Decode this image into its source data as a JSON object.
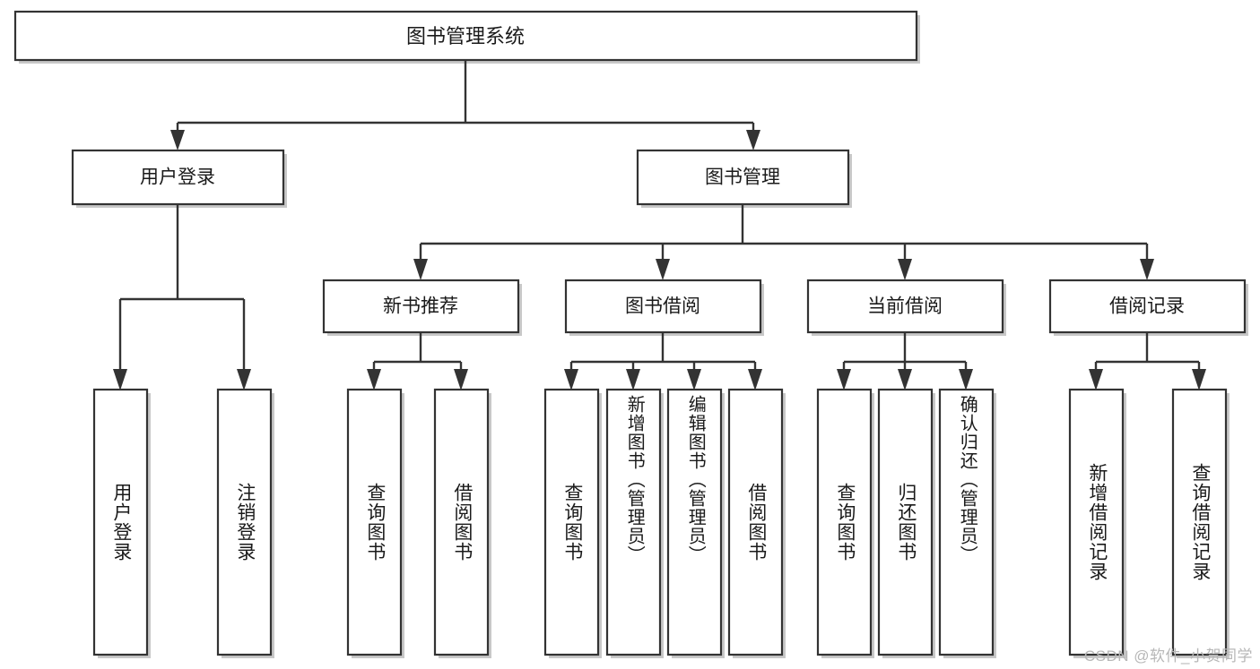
{
  "diagram": {
    "type": "tree",
    "title_node": "图书管理系统",
    "watermark": "CSDN @软件_小贺同学",
    "colors": {
      "stroke": "#333333",
      "fill": "#ffffff",
      "shadow": "#9a9a9a",
      "text": "#1a1a1a",
      "watermark": "#b7b7b7"
    },
    "root": {
      "label": "图书管理系统"
    },
    "level2": [
      {
        "label": "用户登录"
      },
      {
        "label": "图书管理"
      }
    ],
    "level3": [
      {
        "label": "新书推荐"
      },
      {
        "label": "图书借阅"
      },
      {
        "label": "当前借阅"
      },
      {
        "label": "借阅记录"
      }
    ],
    "leaves": {
      "user_login": [
        {
          "label": "用户登录"
        },
        {
          "label": "注销登录"
        }
      ],
      "new_book_recommend": [
        {
          "label": "查询图书"
        },
        {
          "label": "借阅图书"
        }
      ],
      "book_borrow": [
        {
          "label": "查询图书"
        },
        {
          "label": "新增图书（管理员）"
        },
        {
          "label": "编辑图书（管理员）"
        },
        {
          "label": "借阅图书"
        }
      ],
      "current_borrow": [
        {
          "label": "查询图书"
        },
        {
          "label": "归还图书"
        },
        {
          "label": "确认归还（管理员）"
        }
      ],
      "borrow_record": [
        {
          "label": "新增借阅记录"
        },
        {
          "label": "查询借阅记录"
        }
      ]
    }
  }
}
